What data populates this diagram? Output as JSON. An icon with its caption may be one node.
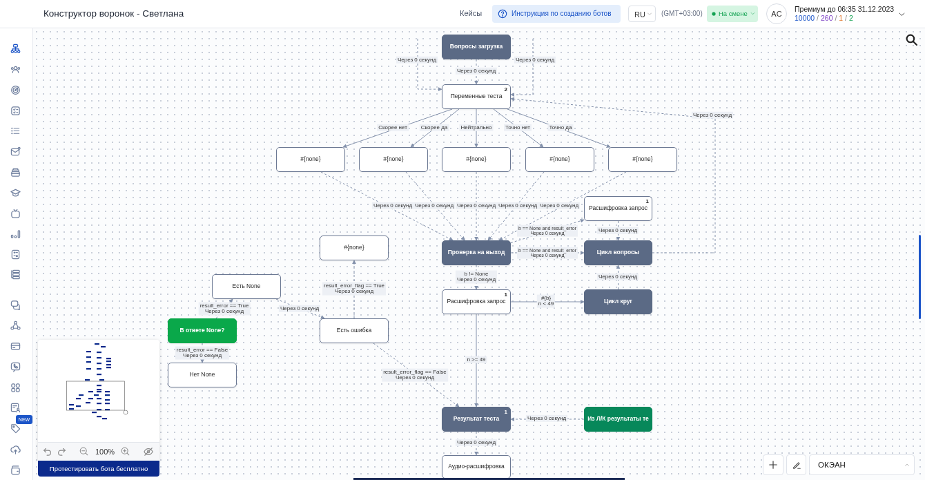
{
  "diagram": {
    "nodes": [
      {
        "text": [
          "Вопросы загрузка"
        ]
      },
      {
        "text": [
          "2",
          "Переменные теста"
        ]
      },
      {
        "text": [
          "#{none}"
        ]
      },
      {
        "text": [
          "#{none}"
        ]
      },
      {
        "text": [
          "#{none}"
        ]
      },
      {
        "text": [
          "#{none}"
        ]
      },
      {
        "text": [
          "#{none}"
        ]
      },
      {
        "text": [
          "1",
          "Расшифровка запрос"
        ]
      },
      {
        "text": [
          "#{none}"
        ]
      },
      {
        "text": [
          "Проверка на выход"
        ]
      },
      {
        "text": [
          "Цикл вопросы"
        ]
      },
      {
        "text": [
          "Есть None"
        ]
      },
      {
        "text": [
          "1",
          "Расшифровка запрос"
        ]
      },
      {
        "text": [
          "Цикл круг"
        ]
      },
      {
        "text": [
          "В ответе None?"
        ]
      },
      {
        "text": [
          "Есть ошибка"
        ]
      },
      {
        "text": [
          "Нет None"
        ]
      },
      {
        "text": [
          "1",
          "Результат теста"
        ]
      },
      {
        "text": [
          "Из Л/К результаты те"
        ]
      },
      {
        "text": [
          "Аудио-расшифровка"
        ]
      }
    ],
    "edges": [
      {
        "from": 0,
        "to": 1,
        "arrow": "to",
        "label": "Через 0 секунд",
        "style": "dashed"
      },
      {
        "from": null,
        "to": 1,
        "arrow": "to",
        "label": "Через 0 секунд",
        "style": "dashed"
      },
      {
        "from": null,
        "to": 1,
        "arrow": "to",
        "label": "Через 0 секунд",
        "style": "dashed"
      },
      {
        "from": 10,
        "to": 1,
        "arrow": "to",
        "label": "Через 0 секунд",
        "style": "dashed"
      },
      {
        "from": 1,
        "to": 2,
        "arrow": "to",
        "label": "Скорее нет"
      },
      {
        "from": 1,
        "to": 3,
        "arrow": "to",
        "label": "Скорее да"
      },
      {
        "from": 1,
        "to": 4,
        "arrow": "to",
        "label": "Нейтрально"
      },
      {
        "from": 1,
        "to": 5,
        "arrow": "to",
        "label": "Точно нет"
      },
      {
        "from": 1,
        "to": 6,
        "arrow": "to",
        "label": "Точно да"
      },
      {
        "from": 2,
        "to": 9,
        "arrow": "to",
        "label": "Через 0 секунд",
        "style": "dashed"
      },
      {
        "from": 3,
        "to": 9,
        "arrow": "to",
        "label": "Через 0 секунд",
        "style": "dashed"
      },
      {
        "from": 4,
        "to": 9,
        "arrow": "to",
        "label": "Через 0 секунд",
        "style": "dashed"
      },
      {
        "from": 5,
        "to": 9,
        "arrow": "to",
        "label": "Через 0 секунд",
        "style": "dashed"
      },
      {
        "from": 6,
        "to": 9,
        "arrow": "to",
        "label": "Через 0 секунд",
        "style": "dashed"
      },
      {
        "from": 9,
        "to": 7,
        "arrow": "to",
        "label": "b == None and result_error Через 0 секунд",
        "style": "dashed"
      },
      {
        "from": 9,
        "to": 10,
        "arrow": "to",
        "label": "b == None and result_error Через 0 секунд",
        "style": "dashed"
      },
      {
        "from": 7,
        "to": 10,
        "arrow": "to",
        "label": "Через 0 секунд",
        "style": "dashed"
      },
      {
        "from": 9,
        "to": 12,
        "arrow": "to",
        "label": "b != None Через 0 секунд",
        "style": "dashed"
      },
      {
        "from": 12,
        "to": 13,
        "arrow": "to",
        "label": "#{b} n < 49"
      },
      {
        "from": 13,
        "to": 10,
        "arrow": "to",
        "label": "Через 0 секунд",
        "style": "dashed"
      },
      {
        "from": 12,
        "to": 17,
        "arrow": "to",
        "label": "n >= 49"
      },
      {
        "from": 15,
        "to": 8,
        "arrow": "to",
        "label": "result_error_flag == True Через 0 секунд",
        "style": "dashed"
      },
      {
        "from": 11,
        "to": 15,
        "arrow": "to",
        "label": "Через 0 секунд",
        "style": "dashed"
      },
      {
        "from": 14,
        "to": 11,
        "arrow": "to",
        "label": "result_error == True Через 0 секунд",
        "style": "dashed"
      },
      {
        "from": 14,
        "to": 16,
        "arrow": "to",
        "label": "result_error == False Через 0 секунд",
        "style": "dashed"
      },
      {
        "from": 15,
        "to": 17,
        "arrow": "to",
        "label": "result_error_flag == False Через 0 секунд",
        "style": "dashed"
      },
      {
        "from": 18,
        "to": 17,
        "arrow": "to",
        "label": "Через 0 секунд",
        "style": "dashed"
      },
      {
        "from": 17,
        "to": 19,
        "arrow": "to",
        "label": "Через 0 секунд",
        "style": "dashed"
      }
    ],
    "labels": [
      "Конструктор воронок - Светлана",
      "Кейсы",
      "Инструкция по созданию ботов",
      "RU",
      "(GMT+03:00)",
      "На смене",
      "AC",
      "Премиум до 06:35 31.12.2023",
      "10000 / 260 / 1 / 2",
      "NEW",
      "100%",
      "Протестировать бота бесплатно",
      "ОКЭАН"
    ]
  }
}
